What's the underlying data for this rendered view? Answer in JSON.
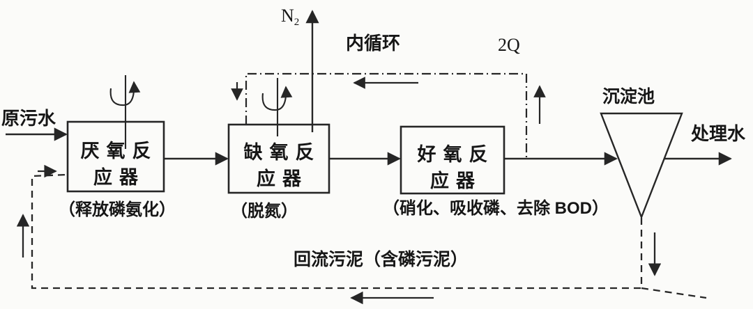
{
  "labels": {
    "raw_water": "原污水",
    "n2_symbol": "N",
    "n2_subscript": "2",
    "internal_recycle": "内循环",
    "internal_recycle_flow": "2Q",
    "clarifier": "沉淀池",
    "treated_water": "处理水",
    "return_sludge": "回流污泥（含磷污泥）"
  },
  "reactors": [
    {
      "name_line1": "厌氧反",
      "name_line2": "应器",
      "note": "（释放磷氨化）"
    },
    {
      "name_line1": "缺氧反",
      "name_line2": "应器",
      "note": "（脱氮）"
    },
    {
      "name_line1": "好氧反",
      "name_line2": "应器",
      "note": "（硝化、吸收磷、去除 BOD）"
    }
  ],
  "icons": {
    "stirrer": "mixer-rotation-arrow"
  },
  "colors": {
    "line": "#262626",
    "text": "#161616",
    "background": "#fbfbf9"
  }
}
